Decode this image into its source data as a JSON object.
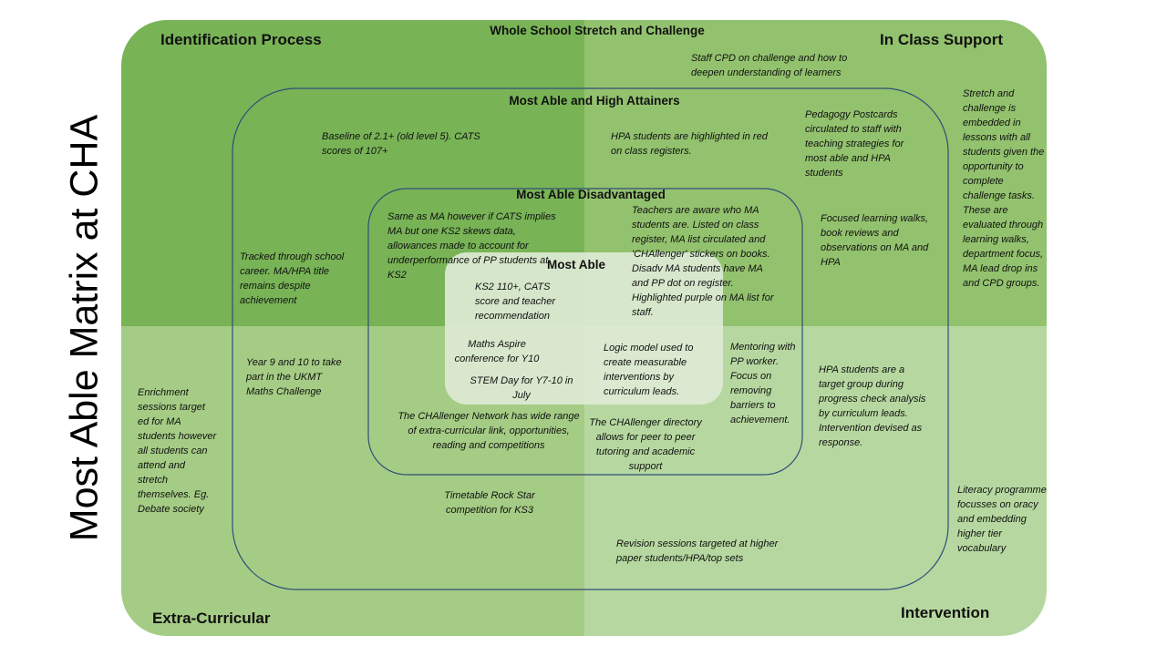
{
  "side_title": "Most Able Matrix at CHA",
  "headings": {
    "top_center": "Whole School Stretch and Challenge",
    "top_left": "Identification Process",
    "top_right": "In Class Support",
    "bottom_left": "Extra-Curricular",
    "bottom_right": "Intervention",
    "outer_box": "Most Able and High Attainers",
    "middle_box": "Most Able Disadvantaged",
    "inner_box": "Most Able"
  },
  "notes": {
    "staff_cpd": "Staff CPD on challenge and how to deepen understanding of learners",
    "stretch_embedded": "Stretch and challenge is embedded in lessons with all students given the opportunity to complete challenge tasks. These are evaluated through learning walks, department focus, MA lead drop ins and CPD groups.",
    "baseline": "Baseline of 2.1+ (old level 5). CATS scores of 107+",
    "hpa_highlighted": "HPA students are highlighted in red on class registers.",
    "pedagogy_postcards": "Pedagogy Postcards circulated to staff with teaching strategies for most able and HPA students",
    "same_as_ma": "Same as MA however if CATS implies MA but one KS2 skews data, allowances made to account for underperformance of PP students at KS2",
    "teachers_aware": "Teachers are aware who MA students are. Listed on class register, MA list circulated and 'CHAllenger' stickers on books. Disadv MA students have MA and PP dot on register. Highlighted purple on MA list for staff.",
    "focused_walks": "Focused learning walks, book reviews and observations on MA and HPA",
    "tracked": "Tracked through school career. MA/HPA title remains despite achievement",
    "ks2": "KS2 110+, CATS score and teacher recommendation",
    "year9": "Year 9 and 10 to take part in the UKMT Maths Challenge",
    "maths_aspire": "Maths Aspire conference for Y10",
    "logic_model": "Logic model used to create measurable interventions by curriculum leads.",
    "mentoring": "Mentoring with PP worker. Focus on removing barriers to achievement.",
    "hpa_target": "HPA students are a target group during progress check analysis by curriculum leads. Intervention devised as response.",
    "enrichment": "Enrichment sessions target ed for MA students however all students can attend and stretch themselves. Eg. Debate society",
    "stem_day": "STEM Day for Y7-10 in July",
    "challenger_network": "The CHAllenger Network has wide range of extra-curricular link, opportunities, reading and competitions",
    "challenger_directory": "The CHAllenger directory allows for peer to peer tutoring and academic support",
    "timetable": "Timetable Rock Star competition for KS3",
    "literacy": "Literacy programme focusses on oracy and embedding higher tier vocabulary",
    "revision": "Revision sessions targeted at higher paper students/HPA/top sets"
  },
  "colors": {
    "top_left": "#78b356",
    "top_right": "#93c26e",
    "bottom_left": "#a5cc85",
    "bottom_right": "#b6d8a0",
    "inner_box": "#dde9d3",
    "outline": "#2e4f78"
  }
}
